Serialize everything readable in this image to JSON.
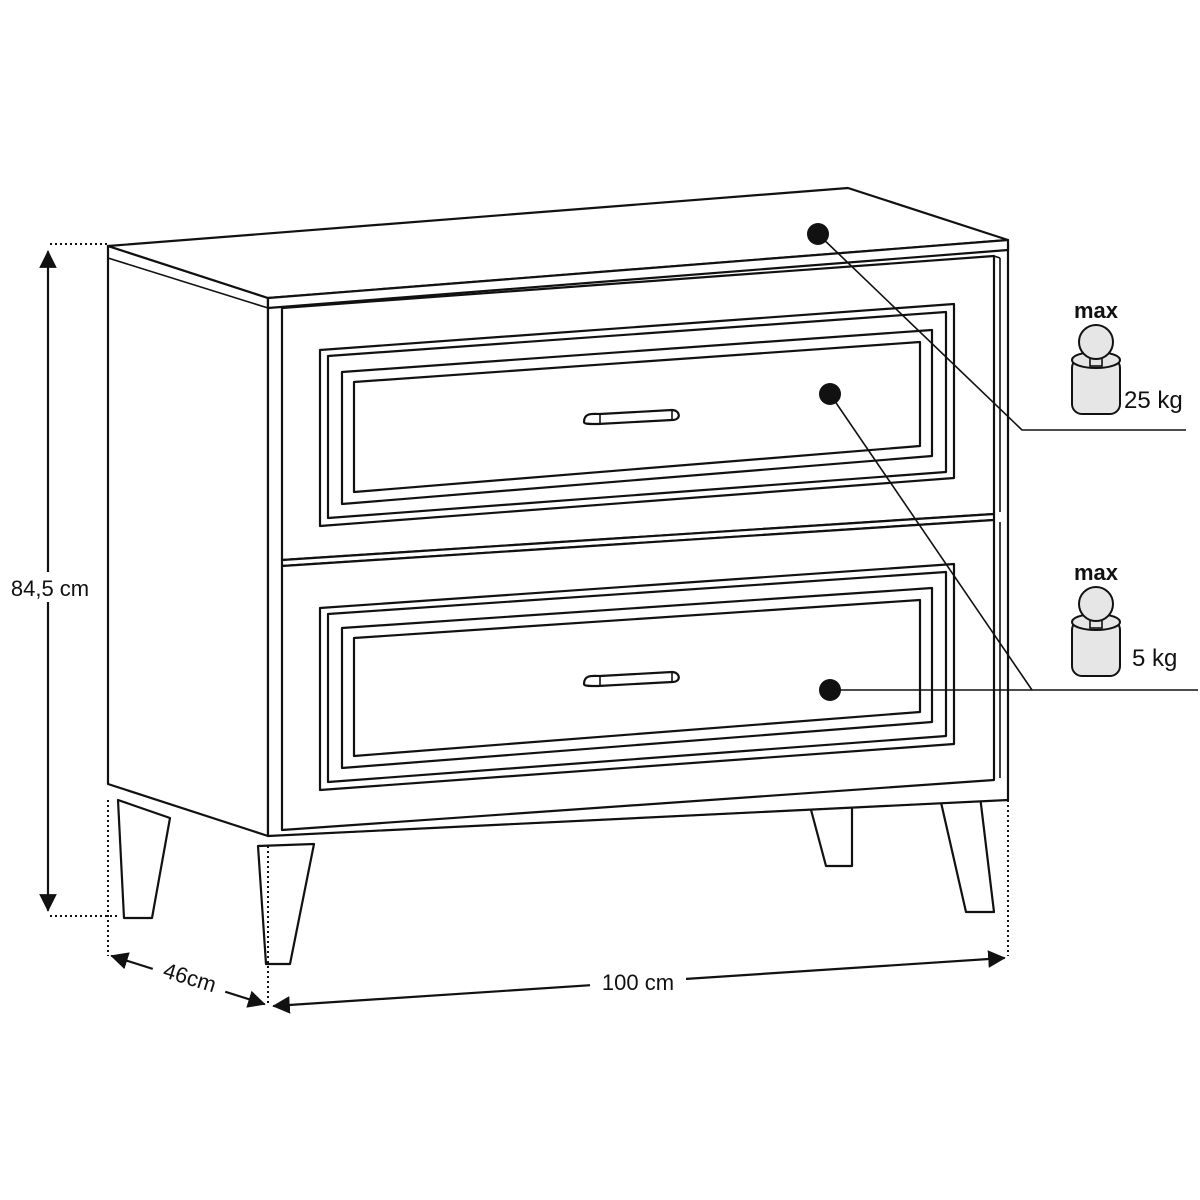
{
  "dimensions": {
    "height": "84,5 cm",
    "depth": "46cm",
    "width": "100 cm"
  },
  "load_limits": [
    {
      "label": "max",
      "value": "25 kg"
    },
    {
      "label": "max",
      "value": "5 kg"
    }
  ],
  "colors": {
    "line": "#111111",
    "weight_fill": "#e6e6e6",
    "background": "#ffffff"
  },
  "icons": [
    "weight-icon"
  ]
}
